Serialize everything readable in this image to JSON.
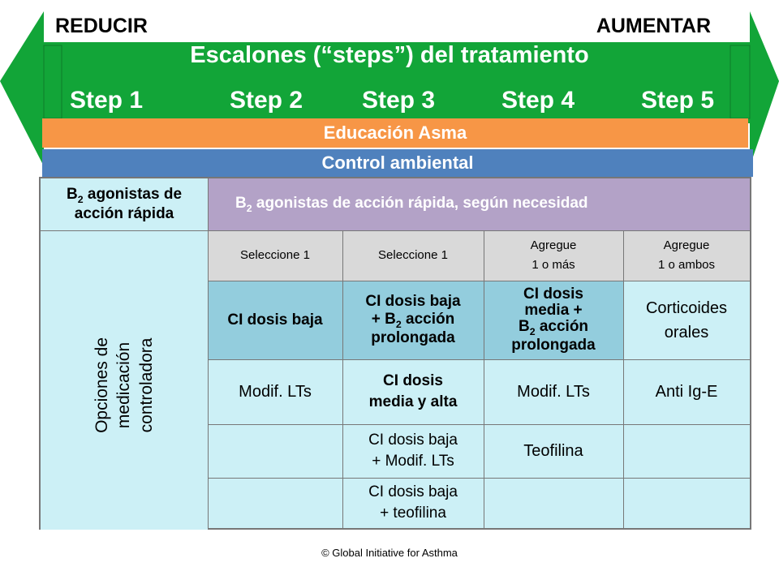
{
  "header": {
    "reduce_label": "REDUCIR",
    "increase_label": "AUMENTAR",
    "title": "Escalones (“steps”) del tratamiento",
    "steps": [
      "Step 1",
      "Step 2",
      "Step 3",
      "Step 4",
      "Step 5"
    ]
  },
  "bands": {
    "education": "Educación Asma",
    "environment": "Control ambiental"
  },
  "reliever": {
    "left_pre": "B",
    "left_sub": "2",
    "left_post": " agonistas de",
    "left_line2": "acción rápida",
    "right_pre": "B",
    "right_sub": "2",
    "right_post": " agonistas de acción rápida, según necesidad"
  },
  "controller": {
    "side_label_1": "Opciones de",
    "side_label_2": "medicación",
    "side_label_3": "controladora",
    "headers": {
      "c2": "Seleccione 1",
      "c3": "Seleccione 1",
      "c4_1": "Agregue",
      "c4_2": "1 o más",
      "c5_1": "Agregue",
      "c5_2": "1 o ambos"
    },
    "row1": {
      "c2": "CI dosis baja",
      "c3_1": "CI dosis baja",
      "c3_2a": "+ B",
      "c3_2sub": "2",
      "c3_2b": " acción",
      "c3_3": "prolongada",
      "c4_1": "CI dosis",
      "c4_2": "media +",
      "c4_3a": "B",
      "c4_3sub": "2",
      "c4_3b": " acción",
      "c4_4": "prolongada",
      "c5_1": "Corticoides",
      "c5_2": "orales"
    },
    "row2": {
      "c2": "Modif. LTs",
      "c3_1": "CI dosis",
      "c3_2": "media y alta",
      "c4": "Modif. LTs",
      "c5": "Anti Ig-E"
    },
    "row3": {
      "c3_1": "CI dosis baja",
      "c3_2": "+ Modif. LTs",
      "c4": "Teofilina"
    },
    "row4": {
      "c3_1": "CI dosis baja",
      "c3_2": "+ teofilina"
    }
  },
  "footer": "© Global Initiative for Asthma",
  "colors": {
    "arrow_green": "#12a538",
    "education_orange": "#f79646",
    "environment_blue": "#4f81bd",
    "reliever_lavender": "#b3a2c7",
    "controller_cyan": "#ccf0f6",
    "header_grey": "#d9d9d9",
    "highlight_blue": "#93cddd"
  }
}
